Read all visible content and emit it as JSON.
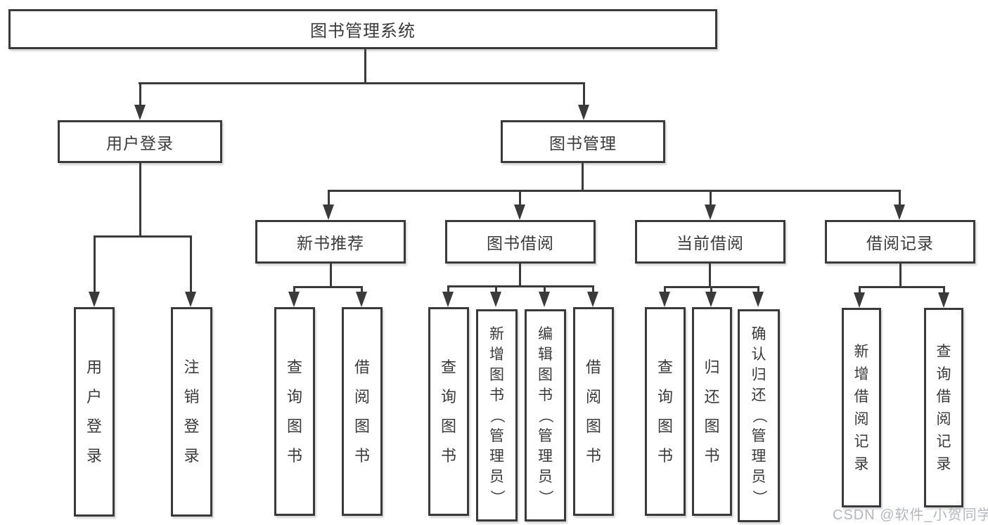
{
  "colors": {
    "line": "#3a3a3a",
    "text": "#3a3a3a",
    "watermark": "#b4b7bf",
    "bg": "#ffffff"
  },
  "watermark": "CSDN @软件_小贺同学",
  "diagram": {
    "root": "图书管理系统",
    "branches": [
      {
        "label": "用户登录",
        "children": [
          "用户登录",
          "注销登录"
        ]
      },
      {
        "label": "图书管理",
        "children": [
          {
            "label": "新书推荐",
            "children": [
              "查询图书",
              "借阅图书"
            ]
          },
          {
            "label": "图书借阅",
            "children": [
              "查询图书",
              "新增图书（管理员）",
              "编辑图书（管理员）",
              "借阅图书"
            ]
          },
          {
            "label": "当前借阅",
            "children": [
              "查询图书",
              "归还图书",
              "确认归还（管理员）"
            ]
          },
          {
            "label": "借阅记录",
            "children": [
              "新增借阅记录",
              "查询借阅记录"
            ]
          }
        ]
      }
    ]
  }
}
